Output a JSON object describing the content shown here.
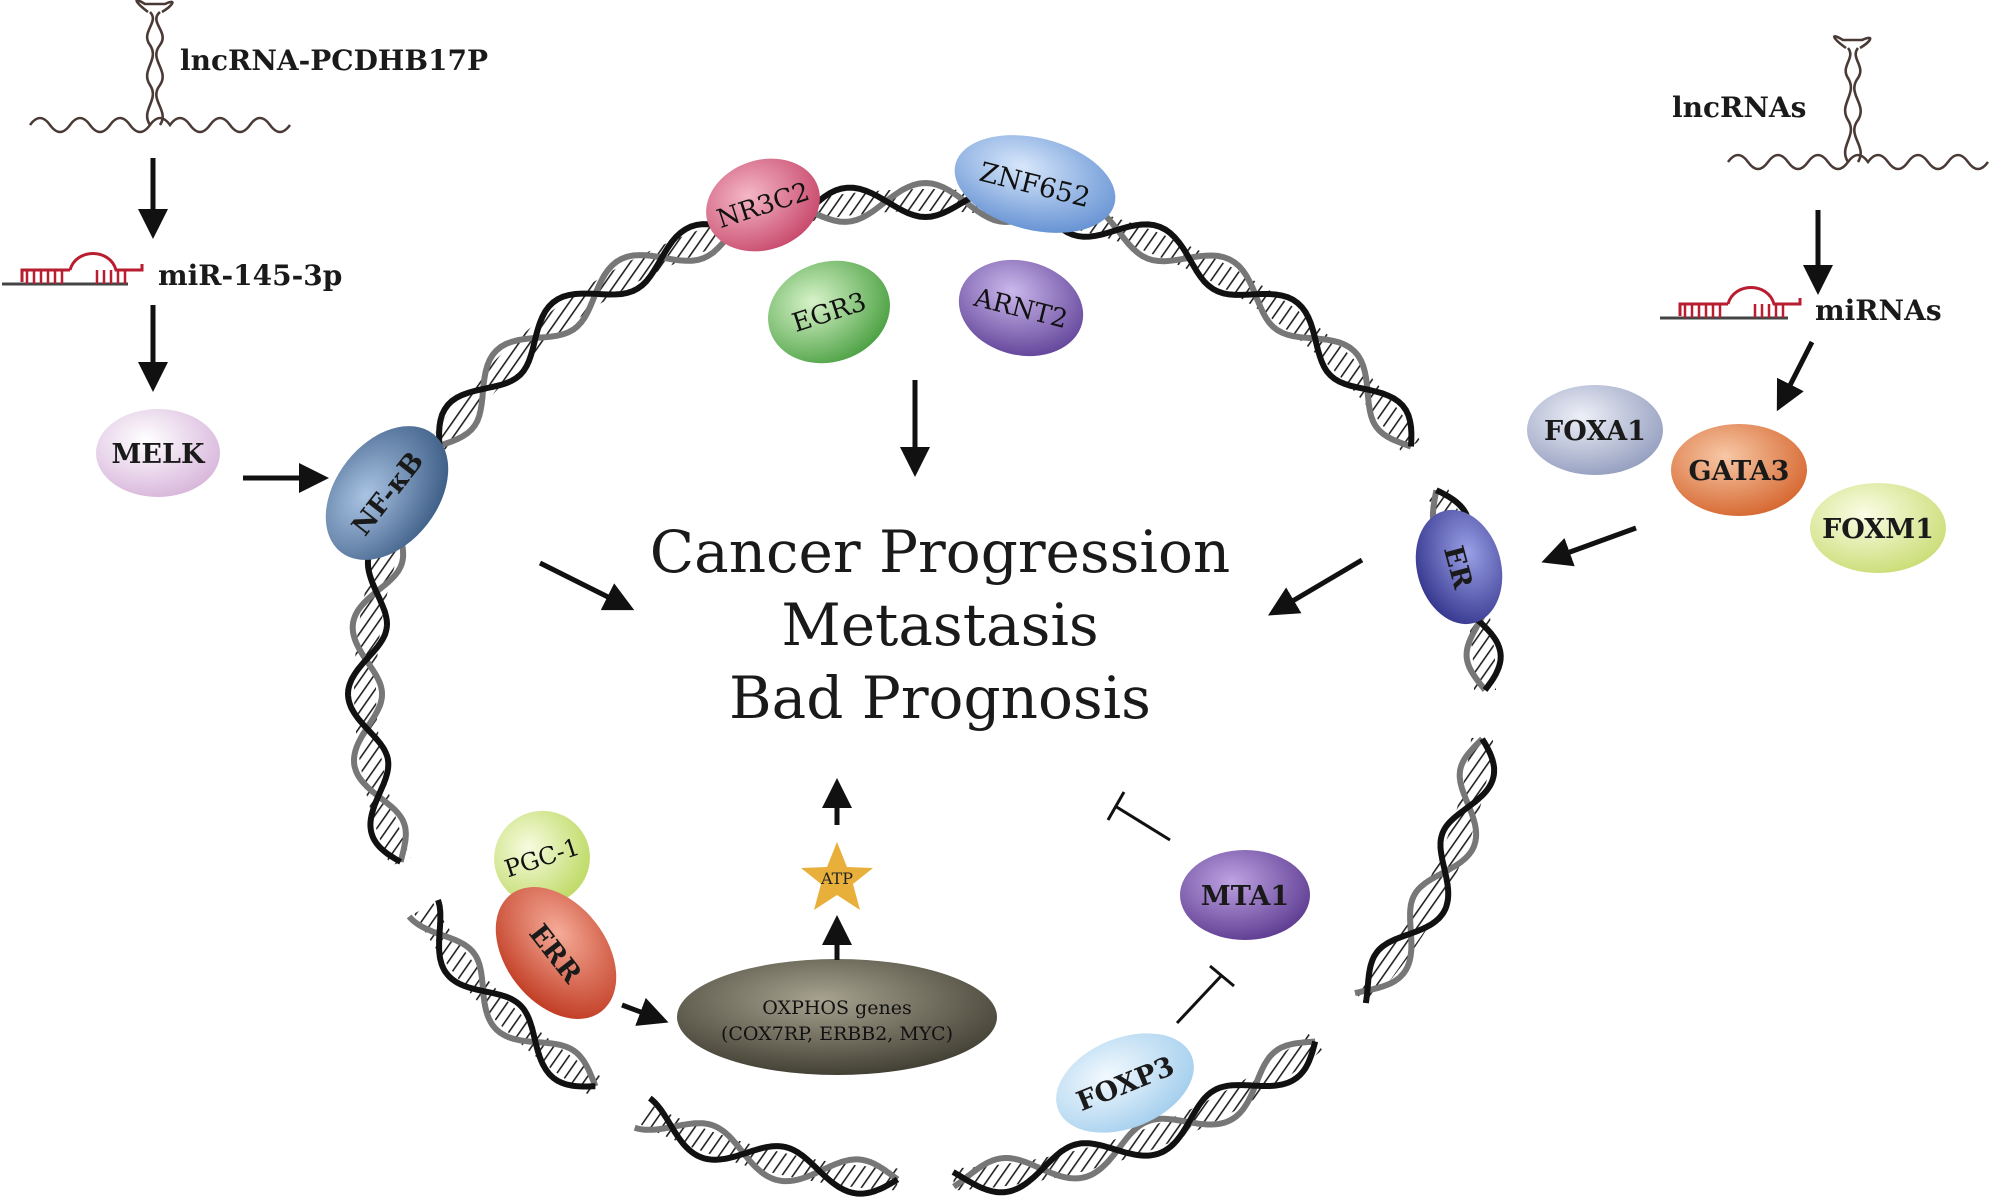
{
  "center_text": [
    "Cancer Progression",
    "Metastasis",
    "Bad Prognosis"
  ],
  "rna": {
    "lncrna_pcdhb17p": "lncRNA-PCDHB17P",
    "mir_145_3p": "miR-145-3p",
    "lncrnas": "lncRNAs",
    "mirnas": "miRNAs"
  },
  "proteins": {
    "melk": "MELK",
    "nfkb": "NF-κB",
    "nr3c2": "NR3C2",
    "znf652": "ZNF652",
    "egr3": "EGR3",
    "arnt2": "ARNT2",
    "foxa1": "FOXA1",
    "gata3": "GATA3",
    "foxm1": "FOXM1",
    "er": "ER",
    "pgc1": "PGC-1",
    "err": "ERR",
    "mta1": "MTA1",
    "foxp3": "FOXP3",
    "atp": "ATP"
  },
  "oxphos": {
    "line1": "OXPHOS genes",
    "line2": "(COX7RP, ERBB2, MYC)"
  },
  "colors": {
    "melk": "#d9b8dc",
    "nfkb": "#3c5e86",
    "nr3c2": "#c8476a",
    "znf652": "#6f9bd6",
    "egr3": "#4fa844",
    "arnt2": "#6a4ba0",
    "foxa1": "#99a3c3",
    "gata3": "#d9692f",
    "foxm1": "#cfe07e",
    "er": "#34358f",
    "pgc1": "#c6de6c",
    "err": "#c43a1f",
    "mta1": "#5c3a8e",
    "foxp3": "#a9d3ee",
    "atp": "#e8b03a",
    "oxphos": "#3c3a2e",
    "mirna_red": "#b81d30"
  }
}
